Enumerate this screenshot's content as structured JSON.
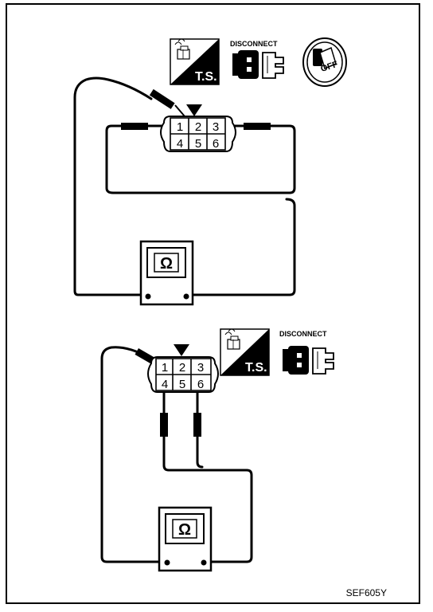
{
  "figure_code": "SEF605Y",
  "upper_procedure": {
    "icons": {
      "ts_label": "T.S.",
      "disconnect_label": "DISCONNECT",
      "ignition_label": "OFF"
    },
    "connector": {
      "terminals": [
        "1",
        "2",
        "3",
        "4",
        "5",
        "6"
      ]
    },
    "meter": {
      "symbol": "Ω"
    }
  },
  "lower_procedure": {
    "icons": {
      "ts_label": "T.S.",
      "disconnect_label": "DISCONNECT"
    },
    "connector": {
      "terminals": [
        "1",
        "2",
        "3",
        "4",
        "5",
        "6"
      ]
    },
    "meter": {
      "symbol": "Ω"
    }
  }
}
